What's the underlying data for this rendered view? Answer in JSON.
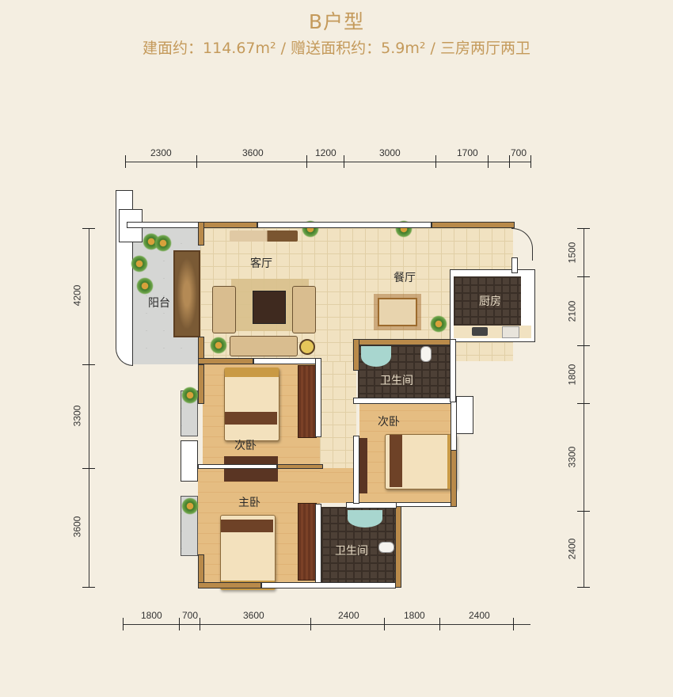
{
  "header": {
    "title": "B户型",
    "subtitle": "建面约：114.67m² / 赠送面积约：5.9m² / 三房两厅两卫",
    "area_built": "114.67m²",
    "area_gifted": "5.9m²",
    "layout": "三房两厅两卫",
    "text_color": "#c49a5b"
  },
  "dimensions": {
    "top": [
      "2300",
      "3600",
      "1200",
      "3000",
      "1700",
      "700"
    ],
    "bottom": [
      "1800",
      "700",
      "3600",
      "2400",
      "1800",
      "2400"
    ],
    "left": [
      "4200",
      "3300",
      "3600"
    ],
    "right": [
      "1500",
      "2100",
      "1800",
      "3300",
      "2400"
    ]
  },
  "rooms": {
    "living": "客厅",
    "dining": "餐厅",
    "balcony": "阳台",
    "kitchen": "厨房",
    "bath1": "卫生间",
    "bedroom2a": "次卧",
    "bedroom2b": "次卧",
    "master": "主卧",
    "bath2": "卫生间"
  },
  "colors": {
    "background": "#f4eee1",
    "wall_accent": "#b98a4a",
    "floor_tile": "#f1e2c1",
    "wood_floor": "#e5bd82",
    "bath_tile": "#4d4036"
  }
}
